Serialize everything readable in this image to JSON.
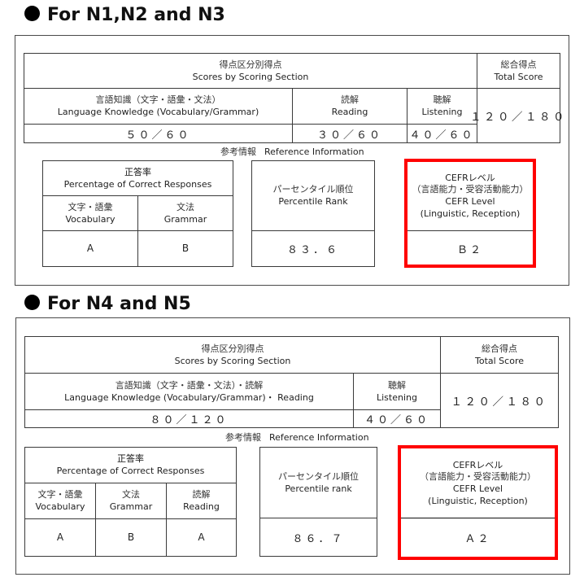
{
  "sections": [
    {
      "title": "For N1,N2 and N3",
      "scores_header": {
        "jp": "得点区分別得点",
        "en": "Scores by Scoring Section"
      },
      "total_header": {
        "jp": "総合得点",
        "en": "Total Score"
      },
      "columns": [
        {
          "jp": "言語知識（文字・語彙・文法）",
          "en": "Language Knowledge (Vocabulary/Grammar)",
          "score": "５０／６０"
        },
        {
          "jp": "読解",
          "en": "Reading",
          "score": "３０／６０"
        },
        {
          "jp": "聴解",
          "en": "Listening",
          "score": "４０／６０"
        }
      ],
      "total_score": "１２０／１８０",
      "reference": {
        "jp": "参考情報",
        "en": "Reference Information"
      },
      "correct_responses": {
        "header_jp": "正答率",
        "header_en": "Percentage of Correct Responses",
        "columns": [
          {
            "jp": "文字・語彙",
            "en": "Vocabulary",
            "grade": "A"
          },
          {
            "jp": "文法",
            "en": "Grammar",
            "grade": "B"
          }
        ]
      },
      "percentile": {
        "jp": "パーセンタイル順位",
        "en": "Percentile Rank",
        "value": "８３．６"
      },
      "cefr": {
        "line1": "CEFRレベル",
        "line2": "（言語能力・受容活動能力）",
        "line3": "CEFR Level",
        "line4": "(Linguistic, Reception)",
        "value": "Ｂ２"
      }
    },
    {
      "title": "For N4 and N5",
      "scores_header": {
        "jp": "得点区分別得点",
        "en": "Scores by Scoring Section"
      },
      "total_header": {
        "jp": "総合得点",
        "en": "Total Score"
      },
      "columns": [
        {
          "jp": "言語知識（文字・語彙・文法）・読解",
          "en": "Language Knowledge (Vocabulary/Grammar)・ Reading",
          "score": "８０／１２０"
        },
        {
          "jp": "聴解",
          "en": "Listening",
          "score": "４０／６０"
        }
      ],
      "total_score": "１２０／１８０",
      "reference": {
        "jp": "参考情報",
        "en": "Reference Information"
      },
      "correct_responses": {
        "header_jp": "正答率",
        "header_en": "Percentage of Correct Responses",
        "columns": [
          {
            "jp": "文字・語彙",
            "en": "Vocabulary",
            "grade": "A"
          },
          {
            "jp": "文法",
            "en": "Grammar",
            "grade": "B"
          },
          {
            "jp": "読解",
            "en": "Reading",
            "grade": "A"
          }
        ]
      },
      "percentile": {
        "jp": "パーセンタイル順位",
        "en": "Percentile rank",
        "value": "８６．７"
      },
      "cefr": {
        "line1": "CEFRレベル",
        "line2": "（言語能力・受容活動能力）",
        "line3": "CEFR Level",
        "line4": "(Linguistic, Reception)",
        "value": "Ａ２"
      }
    }
  ],
  "colors": {
    "highlight": "#ff0000",
    "border": "#3a3a3a"
  }
}
